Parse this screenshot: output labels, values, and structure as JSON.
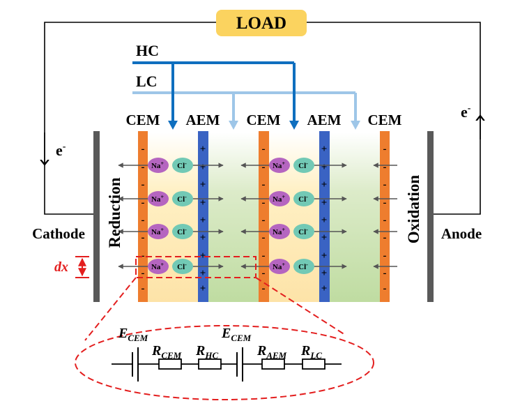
{
  "load": {
    "label": "LOAD",
    "color": "#fbd35f"
  },
  "streams": {
    "hc": "HC",
    "lc": "LC",
    "hc_color": "#0f6fbf",
    "lc_color": "#9ec6e8"
  },
  "membranes": {
    "cem": "CEM",
    "aem": "AEM",
    "cem_color": "#ee7d2e",
    "aem_color": "#3a63c3",
    "cem_sign": "-",
    "aem_sign": "+"
  },
  "electrons": {
    "left": "e",
    "right": "e",
    "sup": "-"
  },
  "electrodes": {
    "cathode": "Cathode",
    "anode": "Anode",
    "reduction": "Reduction",
    "oxidation": "Oxidation",
    "color": "#595959"
  },
  "ions": {
    "na": "Na",
    "na_sup": "+",
    "cl": "Cl",
    "cl_sup": "-",
    "na_color": "#b565c0",
    "cl_color": "#72c9b5"
  },
  "element": {
    "dx": "dx",
    "color": "#e31e1e"
  },
  "circuit": {
    "e1": {
      "main": "E",
      "sub": "CEM"
    },
    "e2": {
      "main": "E",
      "sub": "CEM"
    },
    "r1": {
      "main": "R",
      "sub": "CEM"
    },
    "r2": {
      "main": "R",
      "sub": "HC"
    },
    "r3": {
      "main": "R",
      "sub": "AEM"
    },
    "r4": {
      "main": "R",
      "sub": "LC"
    }
  }
}
